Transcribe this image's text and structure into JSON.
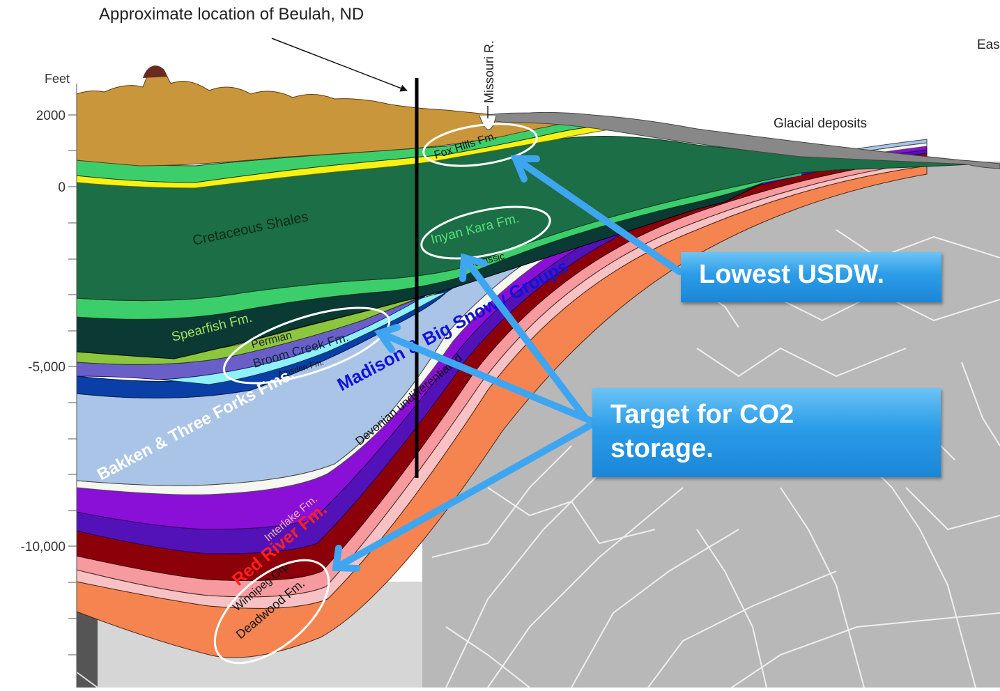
{
  "header": {
    "location_note": "Approximate location of Beulah, ND",
    "river_label": "Missouri R.",
    "direction_label": "Eas"
  },
  "depth_axis": {
    "unit_label": "Feet",
    "ticks": [
      "2000",
      "0",
      "-5,000",
      "-10,000"
    ]
  },
  "formations": {
    "glacial": "Glacial deposits",
    "cretaceous": "Cretaceous Shales",
    "fox_hills": "Fox Hills Fm.",
    "inyan_kara": "Inyan Kara Fm.",
    "jurassic": "Jurassic",
    "spearfish": "Spearfish Fm.",
    "permian": "Permian",
    "broom_creek": "Broom Creek Fm.",
    "amsden": "Amsden Fm.",
    "madison": "Madison & Big Snowy Groups",
    "bakken": "Bakken & Three Forks Fms.",
    "devonian": "Devonian undifferentiated",
    "interlake": "Interlake Fm.",
    "red_river": "Red River Fm.",
    "winnipeg": "Winnipeg Grp.",
    "deadwood": "Deadwood Fm."
  },
  "callouts": {
    "usdw": "Lowest USDW.",
    "co2_line1": "Target for CO2",
    "co2_line2": "storage."
  },
  "colors": {
    "surface": "#c9963c",
    "cretaceous": "#1b6e45",
    "light_green": "#3dce6c",
    "yellow": "#f7f213",
    "jurassic": "#0a3a33",
    "spearfish_green": "#8cc63f",
    "permian": "#6a5fc8",
    "broom_creek": "#8ff0f7",
    "amsden": "#0b3fa8",
    "madison": "#a9c4e6",
    "bakken": "#f7f7f2",
    "devonian": "#8a10d8",
    "interlake": "#5212b8",
    "red_river": "#8c0009",
    "winnipeg": "#f69aa0",
    "winnipeg_light": "#f8c2c4",
    "deadwood": "#f58450",
    "basement": "#b8b8b8",
    "basement_west": "#d6d6d6",
    "callout_blue": "#2b9ce8",
    "arrow_blue": "#3ea6f0"
  }
}
